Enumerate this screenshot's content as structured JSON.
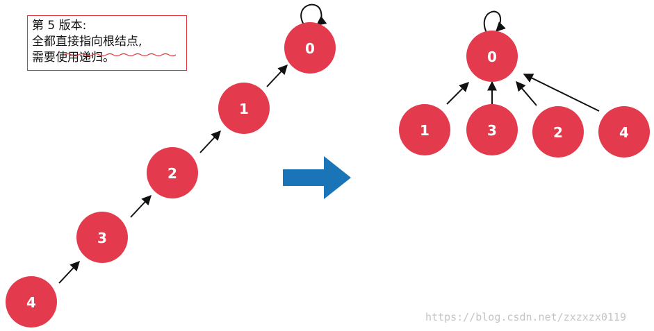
{
  "note": {
    "line1": "第 5 版本:",
    "line2": "全都直接指向根结点,",
    "line3": "需要使用递归。"
  },
  "colors": {
    "node_fill": "#e33a4e",
    "arrow_big": "#1a74b8",
    "edge": "#111111",
    "note_border": "#e0353a"
  },
  "before_tree": {
    "nodes": [
      {
        "id": "4",
        "label": "4",
        "parent": "3"
      },
      {
        "id": "3",
        "label": "3",
        "parent": "2"
      },
      {
        "id": "2",
        "label": "2",
        "parent": "1"
      },
      {
        "id": "1",
        "label": "1",
        "parent": "0"
      },
      {
        "id": "0",
        "label": "0",
        "parent": "0"
      }
    ]
  },
  "after_tree": {
    "nodes": [
      {
        "id": "0",
        "label": "0",
        "parent": "0"
      },
      {
        "id": "1",
        "label": "1",
        "parent": "0"
      },
      {
        "id": "3",
        "label": "3",
        "parent": "0"
      },
      {
        "id": "2",
        "label": "2",
        "parent": "0"
      },
      {
        "id": "4",
        "label": "4",
        "parent": "0"
      }
    ]
  },
  "transition_icon": "right-arrow-icon",
  "watermark": "https://blog.csdn.net/zxzxzx0119"
}
